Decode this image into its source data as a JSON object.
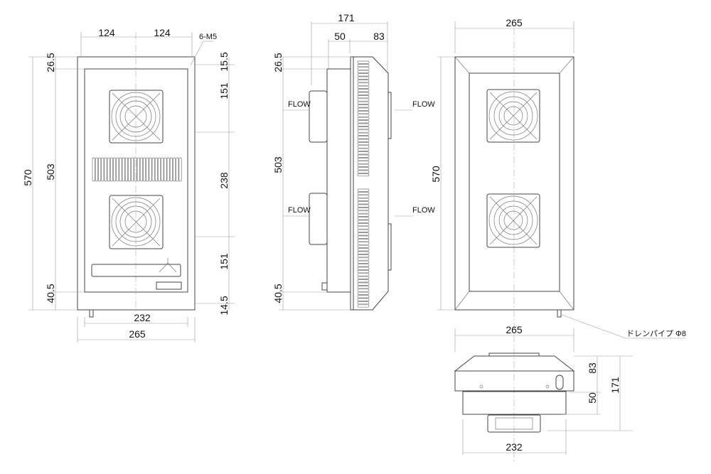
{
  "front_view": {
    "dim_top_left": "124",
    "dim_top_right": "124",
    "screw_note": "6-M5",
    "dim_height_total": "570",
    "dim_top_offset": "26.5",
    "dim_mount_height": "503",
    "dim_bottom_offset": "40.5",
    "dim_right_top": "15.5",
    "dim_right_fan1": "151",
    "dim_right_mid": "238",
    "dim_right_fan2": "151",
    "dim_right_bottom": "14.5",
    "dim_mount_width": "232",
    "dim_width_total": "265"
  },
  "side_view": {
    "dim_depth_total": "171",
    "dim_depth_inner": "50",
    "dim_depth_outer": "83",
    "dim_top_offset": "26.5",
    "dim_mount_height": "503",
    "dim_bottom_offset": "40.5",
    "flow_labels": [
      "FLOW",
      "FLOW",
      "FLOW",
      "FLOW"
    ]
  },
  "rear_view": {
    "dim_width": "265",
    "dim_height": "570",
    "drain_note": "ドレンパイプ Φ8"
  },
  "bottom_view": {
    "dim_width_total": "265",
    "dim_outer_depth": "83",
    "dim_inner_depth": "50",
    "dim_depth_total": "171",
    "dim_mount_width": "232"
  }
}
